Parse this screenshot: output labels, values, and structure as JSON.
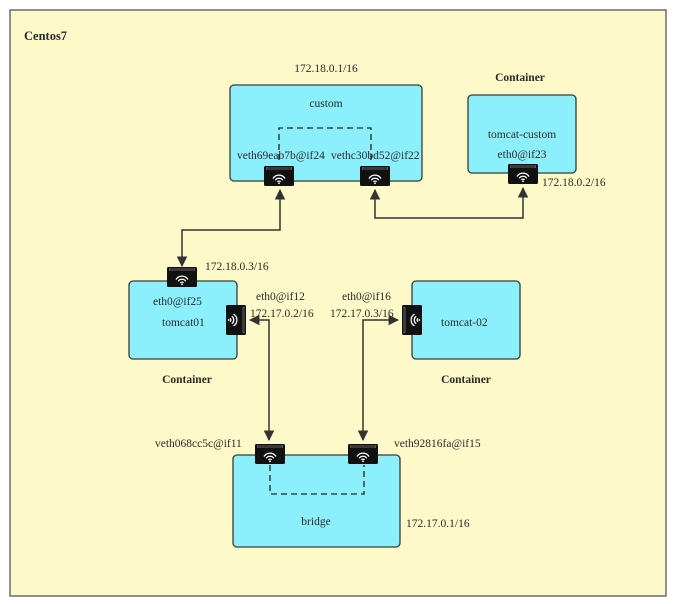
{
  "host": {
    "title": "Centos7"
  },
  "custom_network": {
    "name": "custom",
    "subnet": "172.18.0.1/16",
    "veth_left": "veth69eab7b@if24",
    "veth_right": "vethc30bd52@if22"
  },
  "bridge_network": {
    "name": "bridge",
    "subnet": "172.17.0.1/16",
    "veth_left": "veth068cc5c@if11",
    "veth_right": "veth92816fa@if15"
  },
  "tomcat_custom": {
    "caption": "Container",
    "name": "tomcat-custom",
    "iface": "eth0@if23",
    "ip": "172.18.0.2/16"
  },
  "tomcat01": {
    "caption": "Container",
    "name": "tomcat01",
    "iface_custom": "eth0@if25",
    "ip_custom": "172.18.0.3/16",
    "iface_bridge": "eth0@if12",
    "ip_bridge": "172.17.0.2/16"
  },
  "tomcat02": {
    "caption": "Container",
    "name": "tomcat-02",
    "iface_bridge": "eth0@if16",
    "ip_bridge": "172.17.0.3/16"
  },
  "colors": {
    "background": "#fdf9c8",
    "box_fill": "#8cf0fc",
    "box_stroke": "#3a3a3a",
    "nic_fill": "#111111",
    "line": "#333333"
  },
  "icons": {
    "nic": "network-card-icon"
  }
}
